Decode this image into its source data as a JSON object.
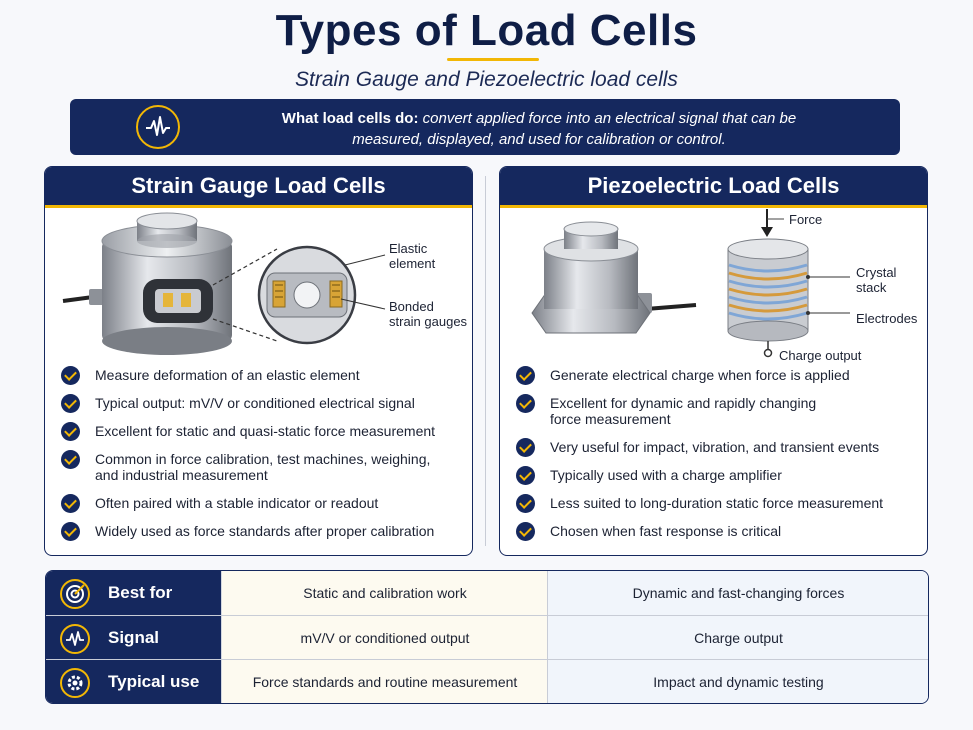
{
  "header": {
    "title": "Types of Load Cells",
    "subtitle": "Strain Gauge and Piezoelectric load cells"
  },
  "banner": {
    "icon": "waveform-icon",
    "lead": "What load cells do:",
    "line1": "convert applied force into an electrical signal that can be",
    "line2": "measured, displayed, and used for calibration or control."
  },
  "strain": {
    "title": "Strain Gauge Load Cells",
    "labels": {
      "elastic_1": "Elastic",
      "elastic_2": "element",
      "bonded_1": "Bonded",
      "bonded_2": "strain gauges"
    },
    "bullets": [
      {
        "l1": "Measure deformation of an elastic element",
        "l2": ""
      },
      {
        "l1": "Typical output: mV/V or conditioned electrical signal",
        "l2": ""
      },
      {
        "l1": "Excellent for static and quasi-static force measurement",
        "l2": ""
      },
      {
        "l1": "Common in force calibration, test machines, weighing,",
        "l2": "and industrial measurement"
      },
      {
        "l1": "Often paired with a stable indicator or readout",
        "l2": ""
      },
      {
        "l1": "Widely used as force standards after proper calibration",
        "l2": ""
      }
    ]
  },
  "piezo": {
    "title": "Piezoelectric Load Cells",
    "labels": {
      "force": "Force",
      "crystal_1": "Crystal",
      "crystal_2": "stack",
      "electrodes": "Electrodes",
      "charge": "Charge output"
    },
    "bullets": [
      {
        "l1": "Generate electrical charge when force is applied",
        "l2": ""
      },
      {
        "l1": "Excellent for dynamic and rapidly changing",
        "l2": "force measurement"
      },
      {
        "l1": "Very useful for impact, vibration, and transient events",
        "l2": ""
      },
      {
        "l1": "Typically used with a charge amplifier",
        "l2": ""
      },
      {
        "l1": "Less suited to long-duration static force measurement",
        "l2": ""
      },
      {
        "l1": "Chosen when fast response is critical",
        "l2": ""
      }
    ]
  },
  "comparison": [
    {
      "label": "Best for",
      "icon": "target-icon",
      "strain": "Static and calibration work",
      "piezo": "Dynamic and fast-changing forces"
    },
    {
      "label": "Signal",
      "icon": "waveform-icon",
      "strain": "mV/V or conditioned output",
      "piezo": "Charge output"
    },
    {
      "label": "Typical use",
      "icon": "gear-icon",
      "strain": "Force standards and routine measurement",
      "piezo": "Impact and dynamic testing"
    }
  ],
  "colors": {
    "navy": "#15285e",
    "gold": "#f2b705",
    "steel": "#a9adb4",
    "copper": "#c98a3a"
  }
}
